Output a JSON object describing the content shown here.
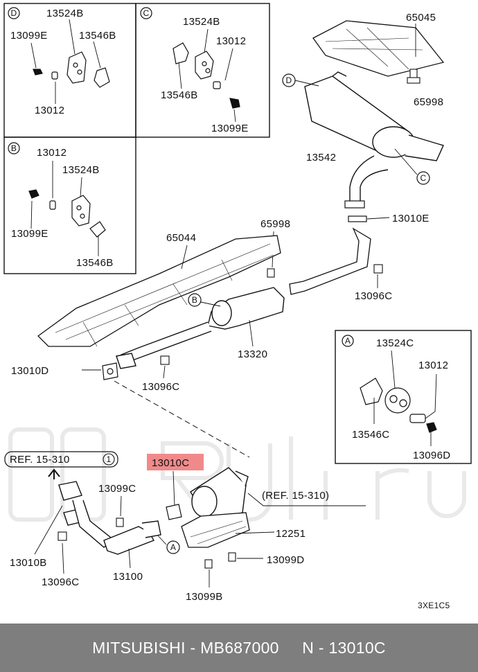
{
  "diagram": {
    "callouts": {
      "inset_d": {
        "code": "D",
        "p13524b": "13524B",
        "p13099e": "13099E",
        "p13546b": "13546B",
        "p13012": "13012"
      },
      "inset_c": {
        "code": "C",
        "p13524b": "13524B",
        "p13012": "13012",
        "p13546b": "13546B",
        "p13099e": "13099E"
      },
      "inset_b": {
        "code": "B",
        "p13012": "13012",
        "p13524b": "13524B",
        "p13099e": "13099E",
        "p13546b": "13546B"
      },
      "inset_a": {
        "code": "A",
        "p13524c": "13524C",
        "p13012": "13012",
        "p13546c": "13546C",
        "p13096d": "13096D"
      },
      "main": {
        "p65045": "65045",
        "p65998_top": "65998",
        "p13542": "13542",
        "p13010e": "13010E",
        "p65998_mid": "65998",
        "p65044": "65044",
        "p13096c_right": "13096C",
        "p13320": "13320",
        "p13010d": "13010D",
        "p13096c_mid": "13096C",
        "ref_left": "REF. 15-310",
        "ref_left_num": "1",
        "p13010c": "13010C",
        "p13099c": "13099C",
        "ref_right": "(REF. 15-310)",
        "p12251": "12251",
        "p13099d": "13099D",
        "p13010b": "13010B",
        "p13096c_low": "13096C",
        "p13100": "13100",
        "p13099b": "13099B",
        "circle_d": "D",
        "circle_c": "C",
        "circle_b": "B",
        "circle_a": "A",
        "figure_code": "3XE1C5"
      }
    },
    "highlight_color": "#f08a8a"
  },
  "footer": {
    "brand": "MITSUBISHI",
    "separator1": " - ",
    "part_number": "MB687000",
    "gap": "     ",
    "index_prefix": "N - ",
    "index_part": "13010C"
  }
}
